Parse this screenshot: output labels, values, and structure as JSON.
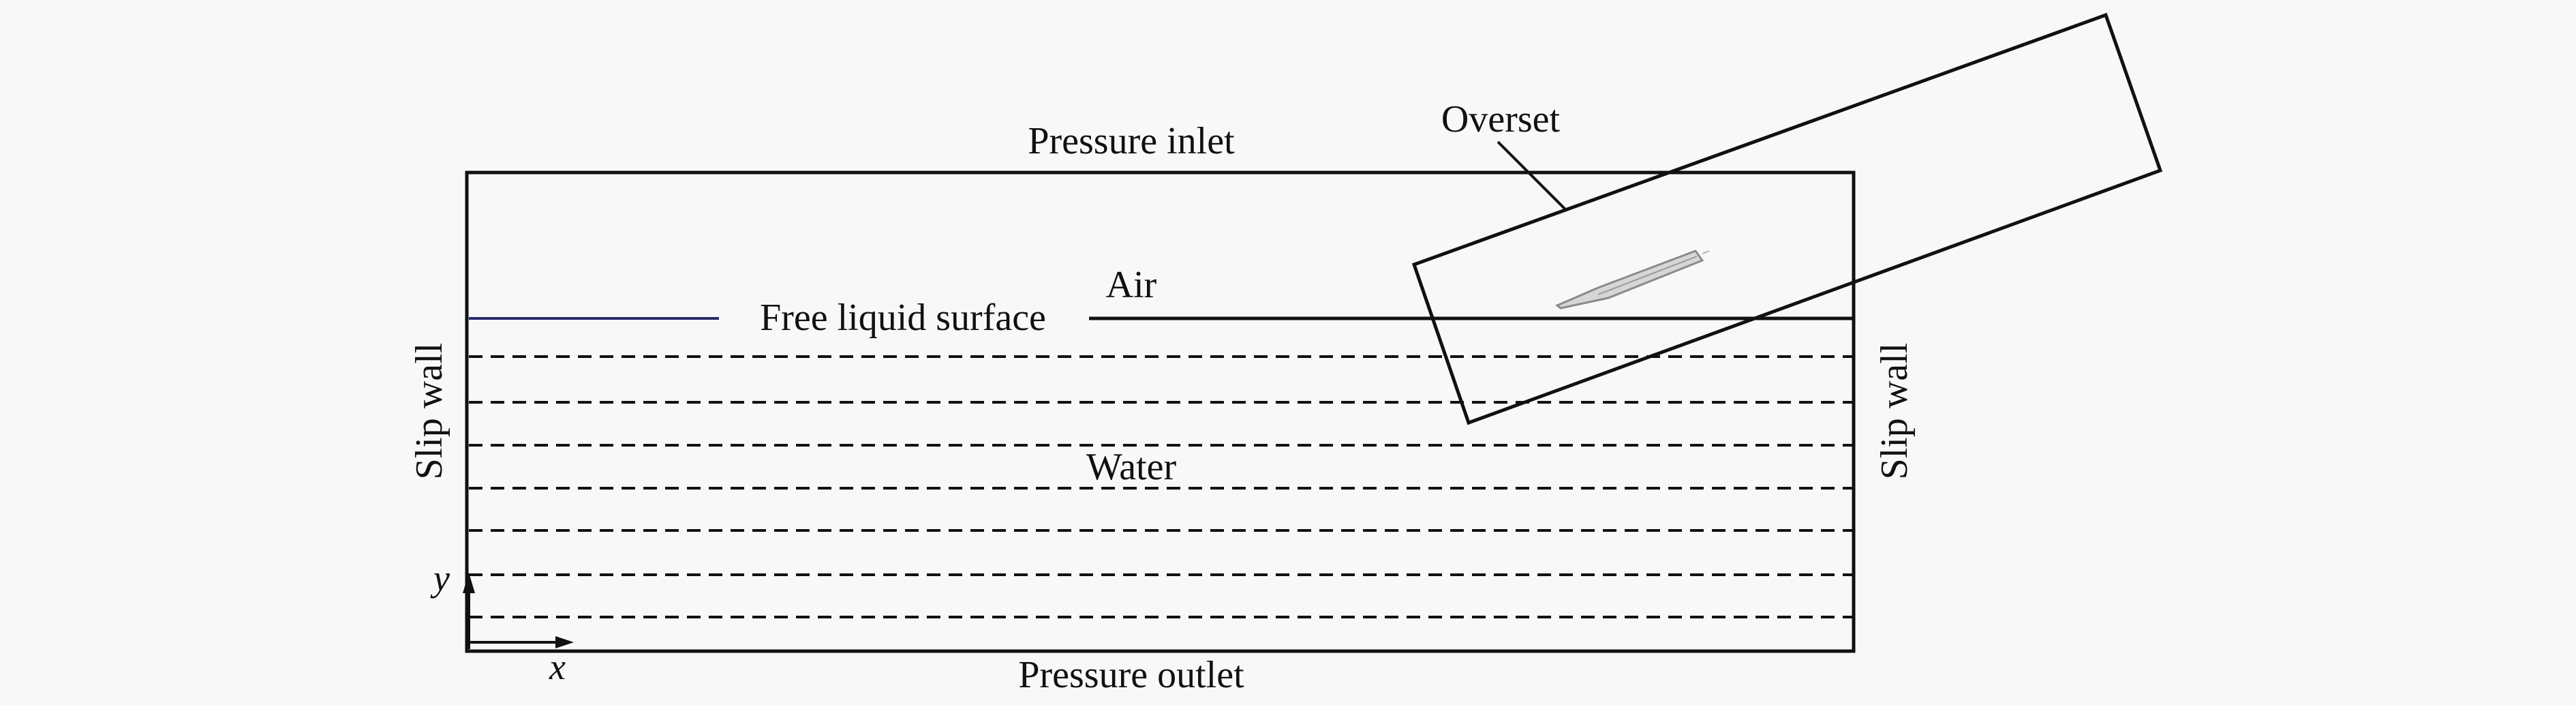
{
  "labels": {
    "pressure_inlet": "Pressure inlet",
    "pressure_outlet": "Pressure outlet",
    "overset": "Overset",
    "air": "Air",
    "free_liquid_surface": "Free liquid surface",
    "water": "Water",
    "slip_wall_left": "Slip wall",
    "slip_wall_right": "Slip wall",
    "axis_x": "x",
    "axis_y": "y"
  },
  "colors": {
    "background": "#f8f8f8",
    "line": "#111111",
    "free_surface_left": "#2a2a6a",
    "hull": "#9a9a9a"
  }
}
